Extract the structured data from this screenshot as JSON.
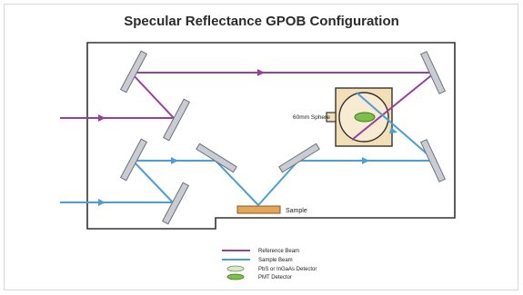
{
  "title": "Specular Reflectance GPOB Configuration",
  "labels": {
    "sphere": "60mm Sphere",
    "sample": "Sample"
  },
  "legend": {
    "reference_beam": "Reference Beam",
    "sample_beam": "Sample Beam",
    "pbs_detector": "PbS or InGaAs Detector",
    "pmt_detector": "PMT Detector"
  },
  "colors": {
    "reference_beam": "#9b3f9e",
    "sample_beam": "#4a9fd8",
    "mirror_fill": "#c9ccd2",
    "mirror_stroke": "#6e717a",
    "sphere_box": "#f2dfb6",
    "sample_plate": "#e3a55a",
    "pbs_detector": "#d9e8c8",
    "pmt_detector": "#7cbf4a"
  }
}
